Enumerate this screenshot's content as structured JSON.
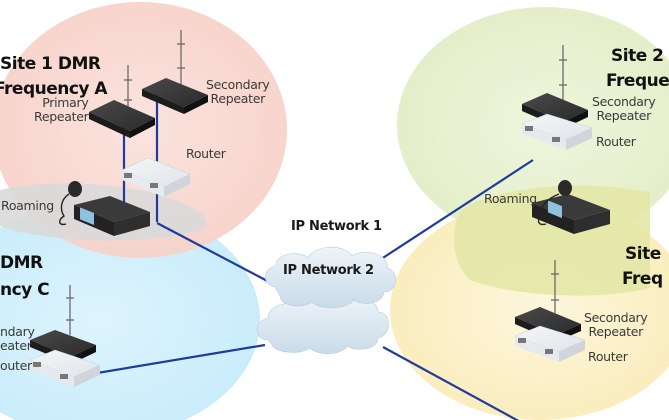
{
  "colors": {
    "site1_zone": "#f9d6cf",
    "site3_zone": "#cdeefb",
    "site2_zone": "#e6f0cc",
    "site4_zone": "#fbf0c3",
    "roaming_zone_left": "#d8d8d8",
    "roaming_zone_right": "#e2e6a6",
    "link_line": "#1f3c9a",
    "cloud_fill": "#dde9f3"
  },
  "sites": [
    {
      "id": "site-1",
      "title_lines": [
        "Site 1 DMR",
        "Frequency A"
      ],
      "devices": [
        {
          "type": "repeater",
          "label_lines": [
            "Primary",
            "Repeater"
          ]
        },
        {
          "type": "repeater",
          "label_lines": [
            "Secondary",
            "Repeater"
          ]
        },
        {
          "type": "router",
          "label_lines": [
            "Router"
          ]
        }
      ]
    },
    {
      "id": "site-2",
      "title_lines": [
        "Site 2",
        "Freque"
      ],
      "devices": [
        {
          "type": "repeater",
          "label_lines": [
            "Secondary",
            "Repeater"
          ]
        },
        {
          "type": "router",
          "label_lines": [
            "Router"
          ]
        }
      ]
    },
    {
      "id": "site-3",
      "title_lines": [
        "DMR",
        "ncy C"
      ],
      "devices": [
        {
          "type": "repeater",
          "label_lines": [
            "ndary",
            "eater"
          ]
        },
        {
          "type": "router",
          "label_lines": [
            "outer"
          ]
        }
      ]
    },
    {
      "id": "site-4",
      "title_lines": [
        "Site",
        "Freq"
      ],
      "devices": [
        {
          "type": "repeater",
          "label_lines": [
            "Secondary",
            "Repeater"
          ]
        },
        {
          "type": "router",
          "label_lines": [
            "Router"
          ]
        }
      ]
    }
  ],
  "roaming": [
    {
      "label": "Roaming",
      "device": "mobile-radio"
    },
    {
      "label": "Roaming",
      "device": "mobile-radio"
    }
  ],
  "networks": [
    {
      "label": "IP Network 1"
    },
    {
      "label": "IP Network 2"
    }
  ],
  "links": [
    {
      "from": "site-1-router",
      "to": "IP Network 1"
    },
    {
      "from": "site-2-router",
      "to": "IP Network 1"
    },
    {
      "from": "site-3-router",
      "to": "IP Network 2"
    },
    {
      "from": "site-4-router",
      "to": "IP Network 2"
    }
  ]
}
